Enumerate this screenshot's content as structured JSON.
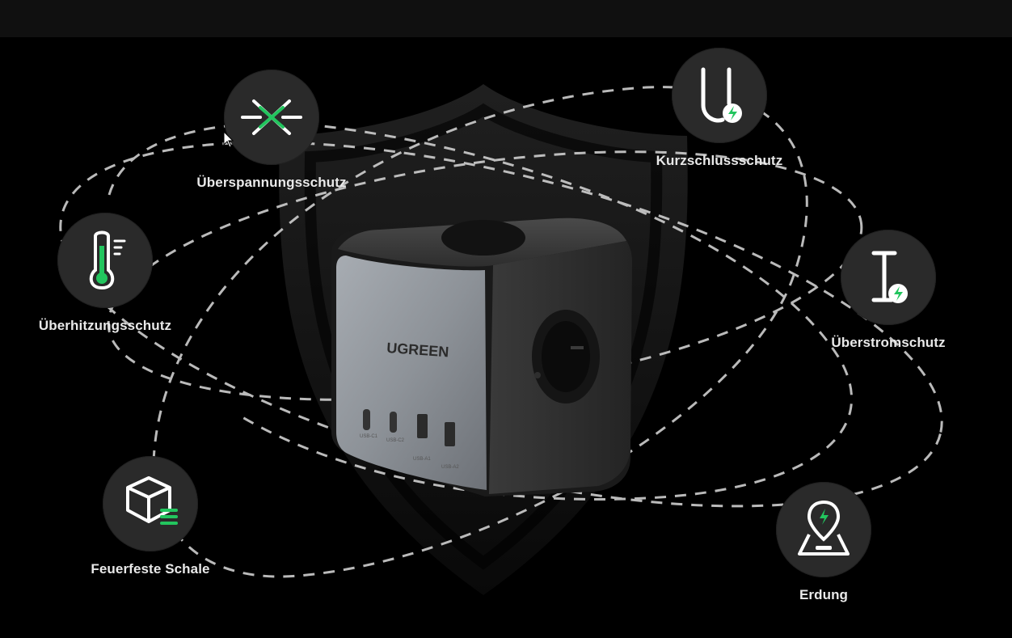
{
  "brand": "UGREEN",
  "product_ports": [
    "USB-C1",
    "USB-C2",
    "USB-A1",
    "USB-A2"
  ],
  "features": [
    {
      "key": "surge",
      "label": "Überspannungsschutz",
      "icon": "cross-arrows-icon"
    },
    {
      "key": "short",
      "label": "Kurzschlussschutz",
      "icon": "u-bolt-icon"
    },
    {
      "key": "heat",
      "label": "Überhitzungsschutz",
      "icon": "thermometer-icon"
    },
    {
      "key": "current",
      "label": "Überstromschutz",
      "icon": "i-beam-bolt-icon"
    },
    {
      "key": "fireproof",
      "label": "Feuerfeste Schale",
      "icon": "cube-icon"
    },
    {
      "key": "ground",
      "label": "Erdung",
      "icon": "ground-pin-icon"
    }
  ],
  "colors": {
    "accent": "#22c55e",
    "badge": "#2a2a2a",
    "background": "#000000",
    "line": "#cfcfcf"
  }
}
